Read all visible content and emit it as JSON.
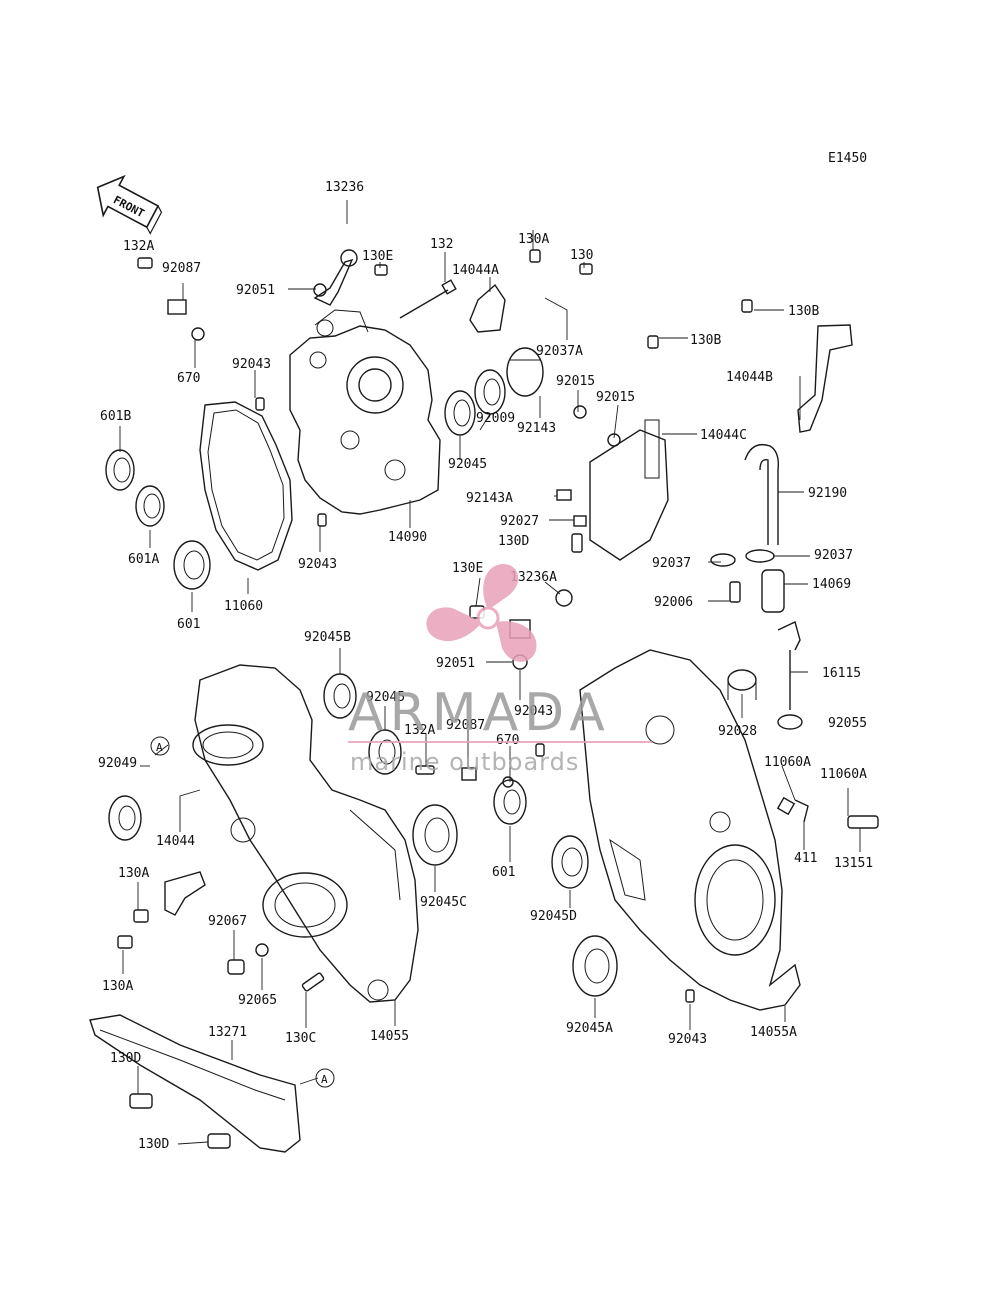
{
  "diagram": {
    "code": "E1450",
    "front_label": "FRONT",
    "ref_marker": "A",
    "part_labels": [
      "13236",
      "132A",
      "92087",
      "130E",
      "132",
      "14044A",
      "130A",
      "130",
      "92051",
      "670",
      "92043",
      "92037A",
      "130B",
      "601B",
      "92015",
      "92015",
      "92143",
      "92009",
      "92045",
      "14044B",
      "14044C",
      "130B",
      "601A",
      "92143A",
      "92027",
      "92190",
      "14090",
      "92043",
      "130D",
      "601",
      "11060",
      "92037",
      "92037",
      "92006",
      "14069",
      "130E",
      "13236A",
      "92051",
      "92045B",
      "92045",
      "16115",
      "132A",
      "92087",
      "92043",
      "670",
      "92028",
      "92055",
      "92049",
      "11060A",
      "11060A",
      "14044",
      "601",
      "411",
      "13151",
      "130A",
      "92045C",
      "92045D",
      "92067",
      "130A",
      "92065",
      "130C",
      "14055",
      "92045A",
      "92043",
      "14055A",
      "13271",
      "130D",
      "130D"
    ]
  },
  "watermark": {
    "brand": "ARMADA",
    "tagline": "marine outboards",
    "accent": "#e8a0b8"
  }
}
